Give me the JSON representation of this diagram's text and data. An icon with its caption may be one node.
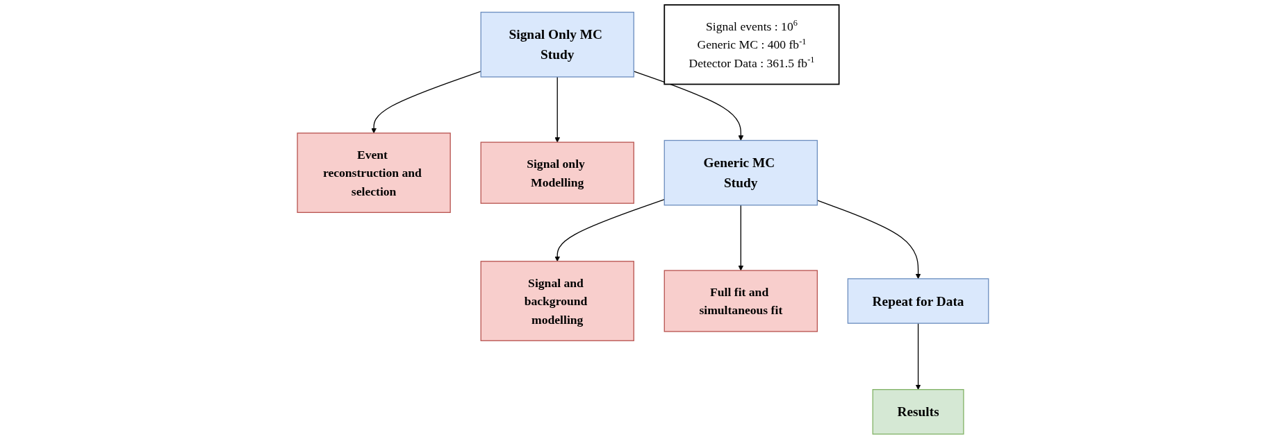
{
  "diagram": {
    "nodes": [
      {
        "text": [
          "Signal Only MC Study"
        ]
      },
      {
        "text": [
          "Generic MC Study"
        ]
      },
      {
        "text": [
          "Repeat for Data"
        ]
      },
      {
        "text": [
          "Event reconstruction and selection"
        ]
      },
      {
        "text": [
          "Signal only Modelling"
        ]
      },
      {
        "text": [
          "Signal and background modelling"
        ]
      },
      {
        "text": [
          "Full fit and simultaneous fit"
        ]
      },
      {
        "text": [
          "Results"
        ]
      },
      {
        "text": [
          "Signal events : 10$^{6}$",
          "Generic MC : 400 fb$^{-1}$",
          "Detector Data : 361.5 fb$^{-1}$"
        ]
      }
    ],
    "edges": [
      {
        "from": 0,
        "to": 1,
        "arrow": "to"
      },
      {
        "from": 1,
        "to": 2,
        "arrow": "to"
      },
      {
        "from": 0,
        "to": 3,
        "arrow": "to"
      },
      {
        "from": 0,
        "to": 4,
        "arrow": "to"
      },
      {
        "from": 1,
        "to": 5,
        "arrow": "to"
      },
      {
        "from": 1,
        "to": 6,
        "arrow": "to"
      },
      {
        "from": 2,
        "to": 7,
        "arrow": "to"
      }
    ]
  }
}
